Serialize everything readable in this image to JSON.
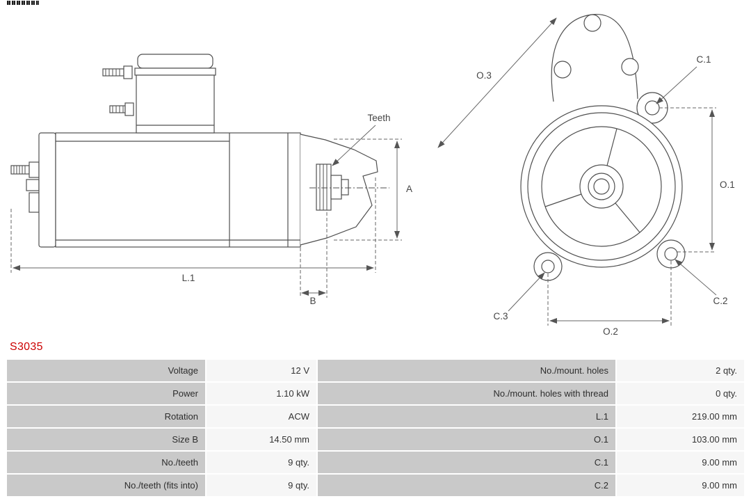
{
  "part_number": "S3035",
  "accent_color": "#cc0000",
  "drawing": {
    "side_view": {
      "teeth": "Teeth",
      "a": "A",
      "b": "B",
      "l1": "L.1"
    },
    "front_view": {
      "o1": "O.1",
      "o2": "O.2",
      "o3": "O.3",
      "c1": "C.1",
      "c2": "C.2",
      "c3": "C.3"
    }
  },
  "spec_table": {
    "rows": [
      {
        "label_left": "Voltage",
        "value_left": "12 V",
        "label_right": "No./mount. holes",
        "value_right": "2 qty."
      },
      {
        "label_left": "Power",
        "value_left": "1.10 kW",
        "label_right": "No./mount. holes with thread",
        "value_right": "0 qty."
      },
      {
        "label_left": "Rotation",
        "value_left": "ACW",
        "label_right": "L.1",
        "value_right": "219.00 mm"
      },
      {
        "label_left": "Size B",
        "value_left": "14.50 mm",
        "label_right": "O.1",
        "value_right": "103.00 mm"
      },
      {
        "label_left": "No./teeth",
        "value_left": "9 qty.",
        "label_right": "C.1",
        "value_right": "9.00 mm"
      },
      {
        "label_left": "No./teeth (fits into)",
        "value_left": "9 qty.",
        "label_right": "C.2",
        "value_right": "9.00 mm"
      }
    ]
  }
}
